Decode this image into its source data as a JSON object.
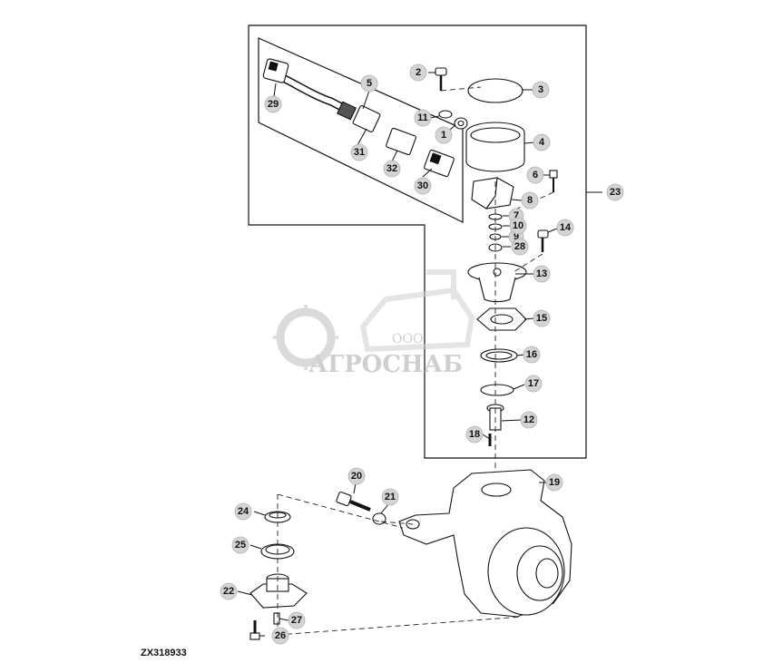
{
  "figure_id": "ZX318933",
  "watermark": {
    "line1": "ООО",
    "line2": "АГРОСНАБ"
  },
  "callouts": [
    "1",
    "2",
    "3",
    "4",
    "5",
    "6",
    "7",
    "8",
    "9",
    "10",
    "11",
    "12",
    "13",
    "14",
    "15",
    "16",
    "17",
    "18",
    "19",
    "20",
    "21",
    "22",
    "23",
    "24",
    "25",
    "26",
    "27",
    "28",
    "29",
    "30",
    "31",
    "32"
  ],
  "colors": {
    "callout_fill": "#d4d4d4",
    "line": "#111111",
    "watermark": "#c8c8c8"
  }
}
